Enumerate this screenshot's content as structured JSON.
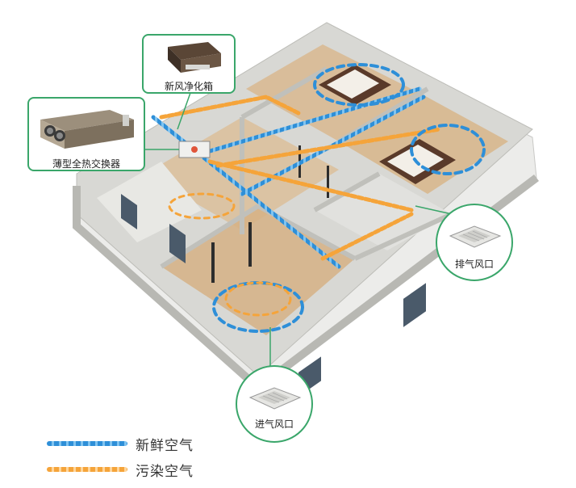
{
  "callouts": {
    "fresh_air_box": "新风净化箱",
    "heat_exchanger": "薄型全热交换器",
    "exhaust_vent": "排气风口",
    "intake_vent": "进气风口"
  },
  "legend": [
    {
      "label": "新鲜空气",
      "color": "#2e8fd8"
    },
    {
      "label": "污染空气",
      "color": "#f5a43a"
    }
  ],
  "colors": {
    "callout_border": "#3aa66a",
    "fresh_air": "#2e8fd8",
    "polluted_air": "#f5a43a",
    "wall": "#e6e6e3",
    "floor": "#d9b98f"
  }
}
